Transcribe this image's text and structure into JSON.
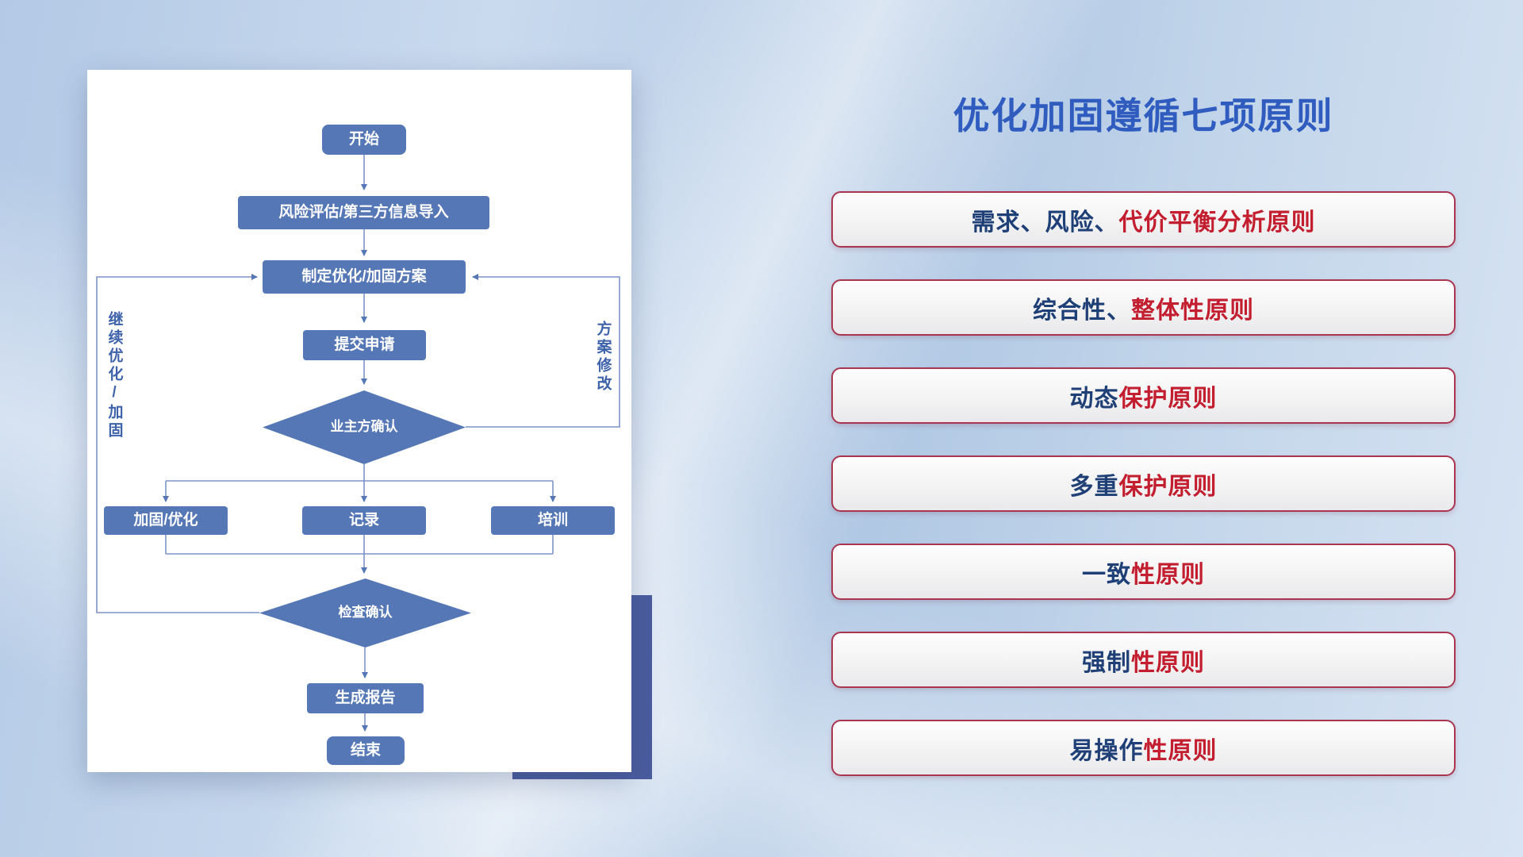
{
  "colors": {
    "title_blue": "#2f5cbe",
    "flow_node_blue": "#5577b5",
    "flow_line_blue": "#7b94c7",
    "accent_block_blue": "#4a5c9e",
    "principle_border_red": "#a93550",
    "principle_text_navy": "#1f3f77",
    "principle_text_red": "#c31e2f"
  },
  "flowchart": {
    "nodes": {
      "start": "开始",
      "risk": "风险评估/第三方信息导入",
      "plan": "制定优化/加固方案",
      "submit": "提交申请",
      "owner_confirm": "业主方确认",
      "reinforce": "加固/优化",
      "record": "记录",
      "training": "培训",
      "check_confirm": "检查确认",
      "report": "生成报告",
      "end": "结束"
    },
    "labels": {
      "left_loop": "继续优化/加固",
      "right_loop": "方案修改"
    }
  },
  "panel": {
    "title": "优化加固遵循七项原则",
    "principles": [
      {
        "navy": "需求、风险、",
        "red": "代价平衡分析原则"
      },
      {
        "navy": "综合性、",
        "red": "整体性原则"
      },
      {
        "navy": "动态",
        "red": "保护原则"
      },
      {
        "navy": "多重",
        "red": "保护原则"
      },
      {
        "navy": "一致",
        "red": "性原则"
      },
      {
        "navy": "强制",
        "red": "性原则"
      },
      {
        "navy": "易操作",
        "red": "性原则"
      }
    ]
  }
}
